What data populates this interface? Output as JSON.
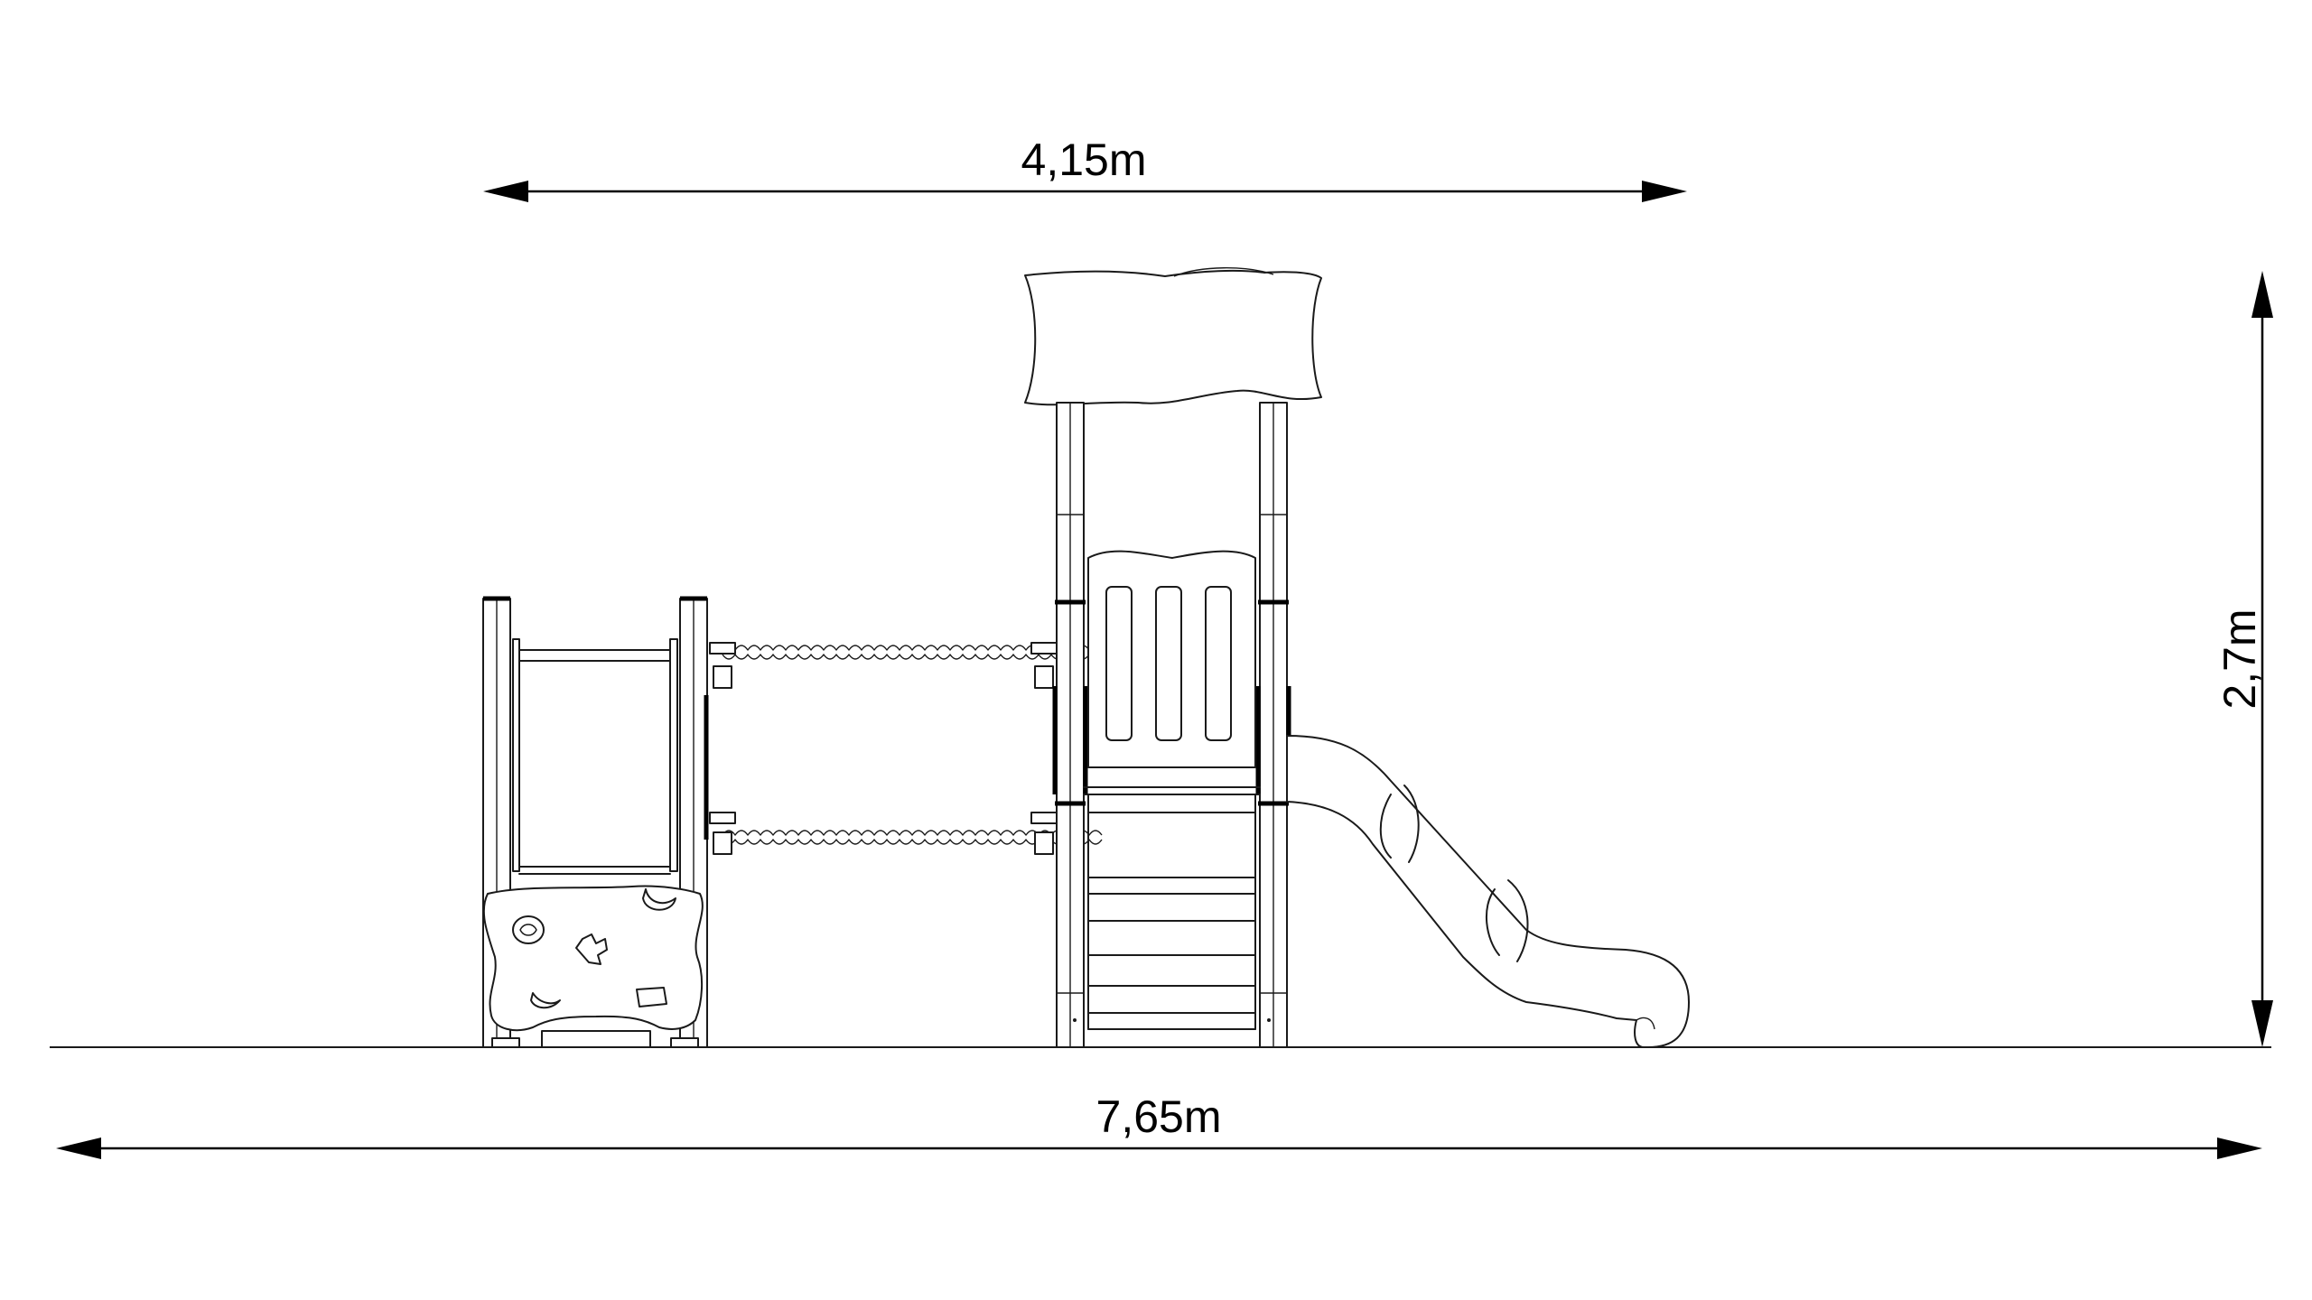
{
  "dimensions": {
    "top_width": "4,15m",
    "total_width": "7,65m",
    "height": "2,7m"
  },
  "colors": {
    "line": "#1a1a1a",
    "background": "#ffffff"
  }
}
